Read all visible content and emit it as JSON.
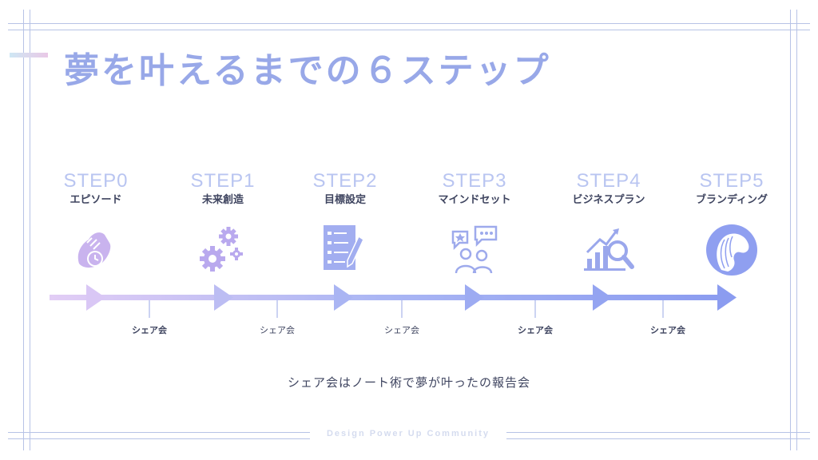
{
  "title": "夢を叶えるまでの６ステップ",
  "steps": [
    {
      "label": "STEP0",
      "name": "エピソード",
      "icon": "clock-on-shoe-icon"
    },
    {
      "label": "STEP1",
      "name": "未来創造",
      "icon": "gears-icon"
    },
    {
      "label": "STEP2",
      "name": "目標設定",
      "icon": "checklist-pen-icon"
    },
    {
      "label": "STEP3",
      "name": "マインドセット",
      "icon": "people-chat-icon"
    },
    {
      "label": "STEP4",
      "name": "ビジネスプラン",
      "icon": "chart-magnifier-icon"
    },
    {
      "label": "STEP5",
      "name": "ブランディング",
      "icon": "woman-profile-icon"
    }
  ],
  "share_labels": [
    "シェア会",
    "シェア会",
    "シェア会",
    "シェア会",
    "シェア会"
  ],
  "note": "シェア会はノート術で夢が叶ったの報告会",
  "footer": "Design Power Up Community",
  "colors": {
    "title": "#98a8e8",
    "step_label": "#b9c5f1",
    "arrow_start": "#d9c3f3",
    "arrow_end": "#8b9cf0"
  }
}
